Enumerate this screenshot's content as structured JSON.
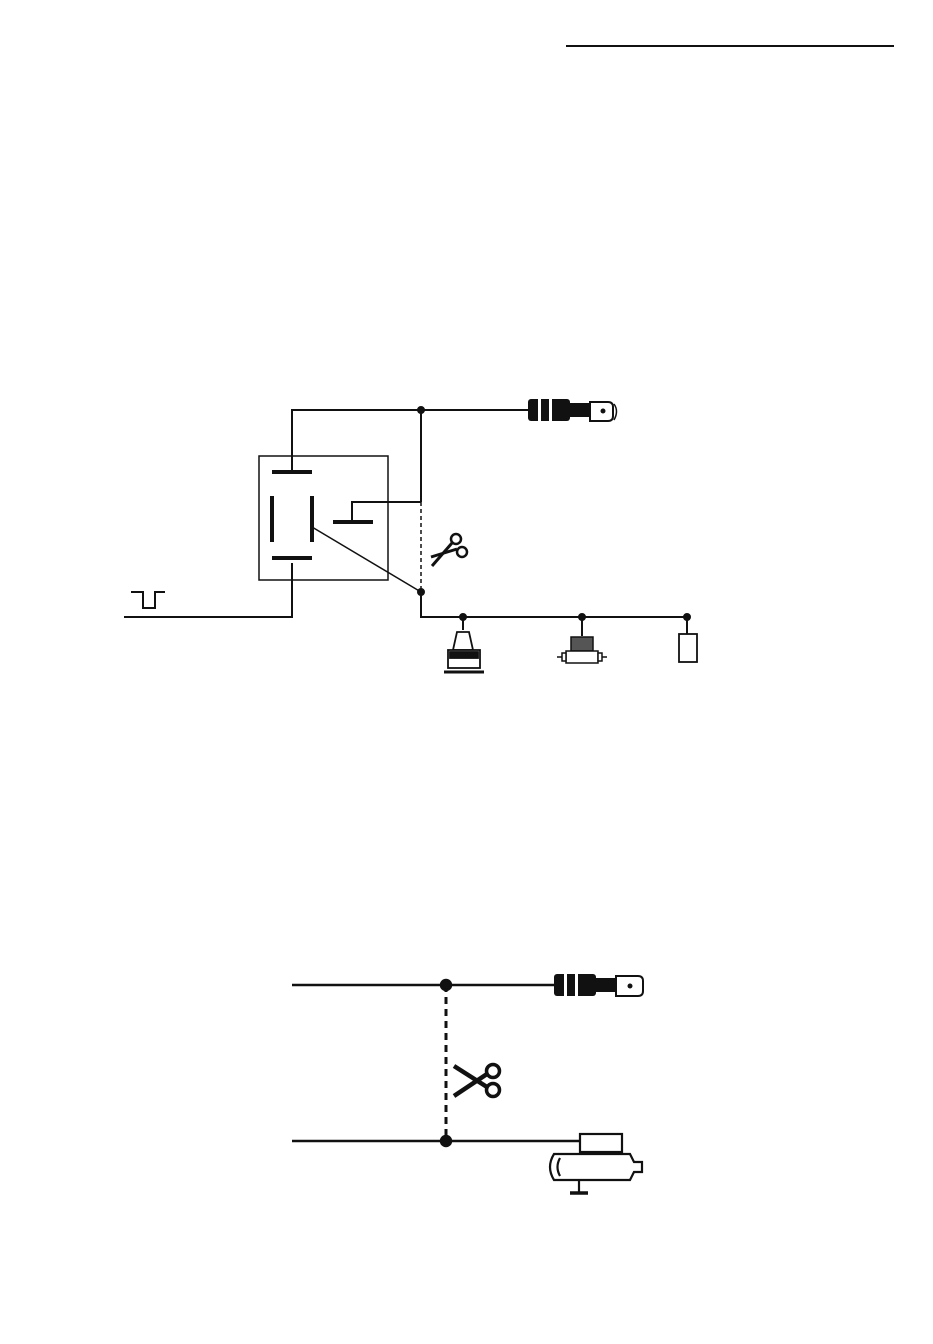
{
  "page": {
    "background": "#ffffff",
    "line_color": "#111111"
  },
  "diagrams": [
    {
      "id": "relay-wiring",
      "components": [
        "relay-4-contact",
        "ignition-key",
        "pulse-input-signal",
        "ignition-coil",
        "fuel-pump-solenoid",
        "connector-terminal"
      ],
      "cut_marker": "scissors-icon",
      "cut_wire": "dashed"
    },
    {
      "id": "starter-wiring",
      "components": [
        "ignition-key",
        "starter-motor",
        "ground"
      ],
      "cut_marker": "scissors-icon",
      "cut_wire": "dashed"
    }
  ]
}
